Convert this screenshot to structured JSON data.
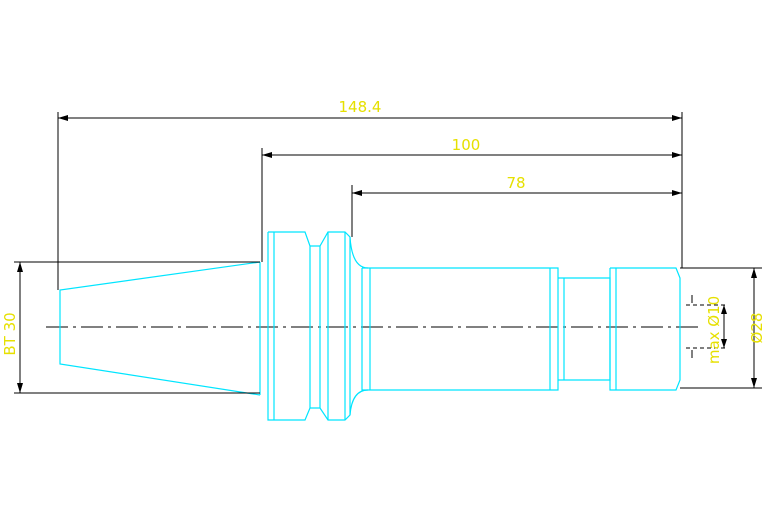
{
  "colors": {
    "background": "#ffffff",
    "part_outline": "#00e5ff",
    "dimension_line": "#000000",
    "dimension_text": "#e6e000",
    "centerline": "#000000"
  },
  "dimensions": {
    "overall_length": "148.4",
    "length_100": "100",
    "length_78": "78",
    "taper": "BT 30",
    "diameter_28": "Ø28",
    "max_diameter": "max Ø10"
  }
}
